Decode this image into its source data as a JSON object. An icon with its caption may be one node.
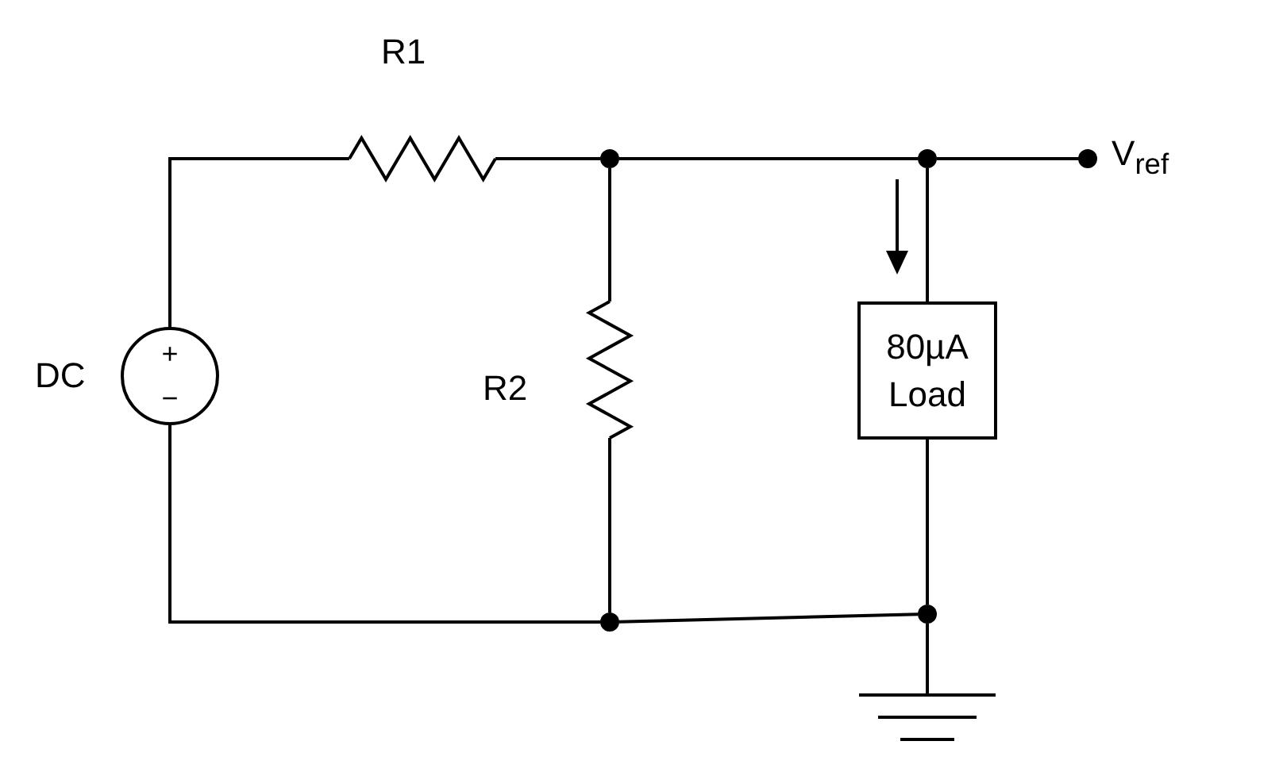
{
  "diagram": {
    "nodes": [
      {
        "text": [
          "+",
          "−"
        ],
        "beside": [
          "DC"
        ]
      },
      {
        "text": [],
        "shape": "resistor",
        "beside": [
          "R1"
        ]
      },
      {
        "text": [],
        "shape": "dot"
      },
      {
        "text": [],
        "shape": "dot"
      },
      {
        "text": [],
        "shape": "dot",
        "beside": [
          "V$_{ref}$"
        ]
      },
      {
        "text": [],
        "shape": "resistor",
        "beside": [
          "R2"
        ]
      },
      {
        "text": [
          "80µA Load"
        ]
      },
      {
        "text": [],
        "shape": "dot"
      },
      {
        "text": [],
        "shape": "dot"
      },
      {
        "text": [],
        "shape": "ground"
      }
    ],
    "edges": [
      {
        "from": 0,
        "to": 1,
        "arrow": "none"
      },
      {
        "from": 1,
        "to": 2,
        "arrow": "none"
      },
      {
        "from": 2,
        "to": 3,
        "arrow": "none"
      },
      {
        "from": 3,
        "to": 4,
        "arrow": "none"
      },
      {
        "from": 2,
        "to": 5,
        "arrow": "none"
      },
      {
        "from": 3,
        "to": 6,
        "arrow": "none"
      },
      {
        "from": 5,
        "to": 7,
        "arrow": "none"
      },
      {
        "from": 6,
        "to": 8,
        "arrow": "none"
      },
      {
        "from": 7,
        "to": 8,
        "arrow": "none"
      },
      {
        "from": 7,
        "to": 0,
        "arrow": "none"
      },
      {
        "from": 8,
        "to": 9,
        "arrow": "none"
      }
    ]
  }
}
